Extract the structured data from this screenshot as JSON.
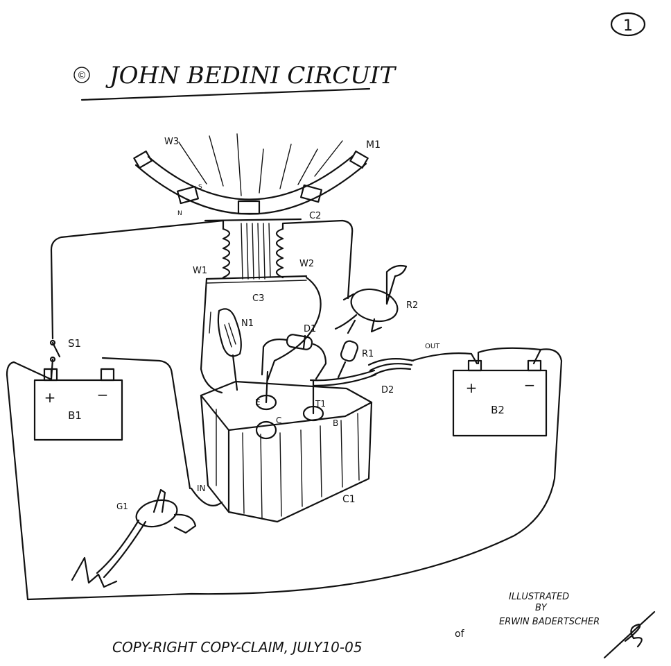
{
  "page_number": "1",
  "copyright_symbol": "©",
  "title": "JOHN BEDINI CIRCUIT",
  "labels": {
    "w3": "W3",
    "m1": "M1",
    "s": "S",
    "n": "N",
    "c2": "C2",
    "w1": "W1",
    "w2": "W2",
    "c3": "C3",
    "n1": "N1",
    "d1": "D1",
    "r1": "R1",
    "r2": "R2",
    "out": "OUT",
    "d2": "D2",
    "s1": "S1",
    "b1": "B1",
    "b2": "B2",
    "plus": "+",
    "minus": "−",
    "e": "E",
    "c": "C",
    "b": "B",
    "t1": "T1",
    "c1": "C1",
    "in": "IN",
    "g1": "G1"
  },
  "footer": {
    "copyright": "COPY-RIGHT  COPY-CLAIM,  JULY10-05",
    "of": "of",
    "illustrated_line1": "ILLUSTRATED",
    "illustrated_line2": "BY",
    "illustrated_line3": "ERWIN BADERTSCHER"
  }
}
